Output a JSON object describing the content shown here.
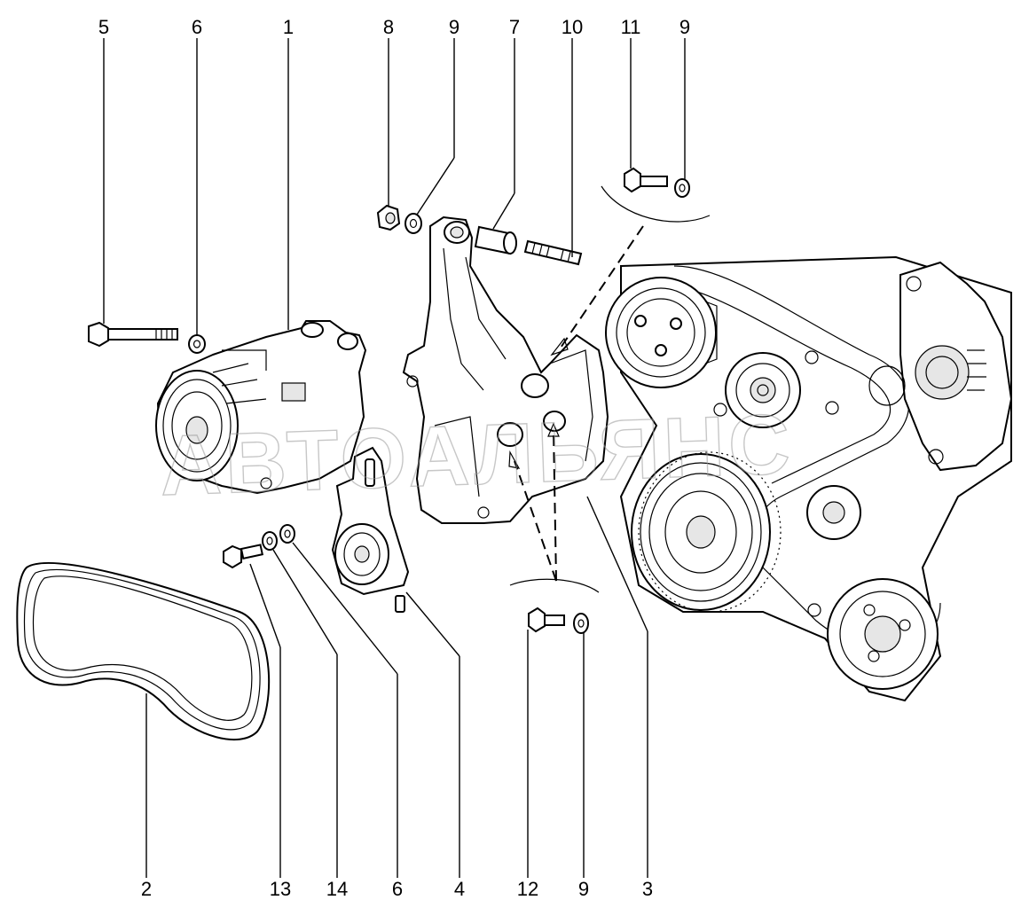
{
  "diagram": {
    "callouts": {
      "c5": "5",
      "c6a": "6",
      "c1": "1",
      "c8": "8",
      "c9a": "9",
      "c7": "7",
      "c10": "10",
      "c11": "11",
      "c9b": "9",
      "c2": "2",
      "c13": "13",
      "c14": "14",
      "c6b": "6",
      "c4": "4",
      "c12": "12",
      "c9c": "9",
      "c3": "3"
    },
    "watermark": "АВТОАЛЬЯНС"
  }
}
